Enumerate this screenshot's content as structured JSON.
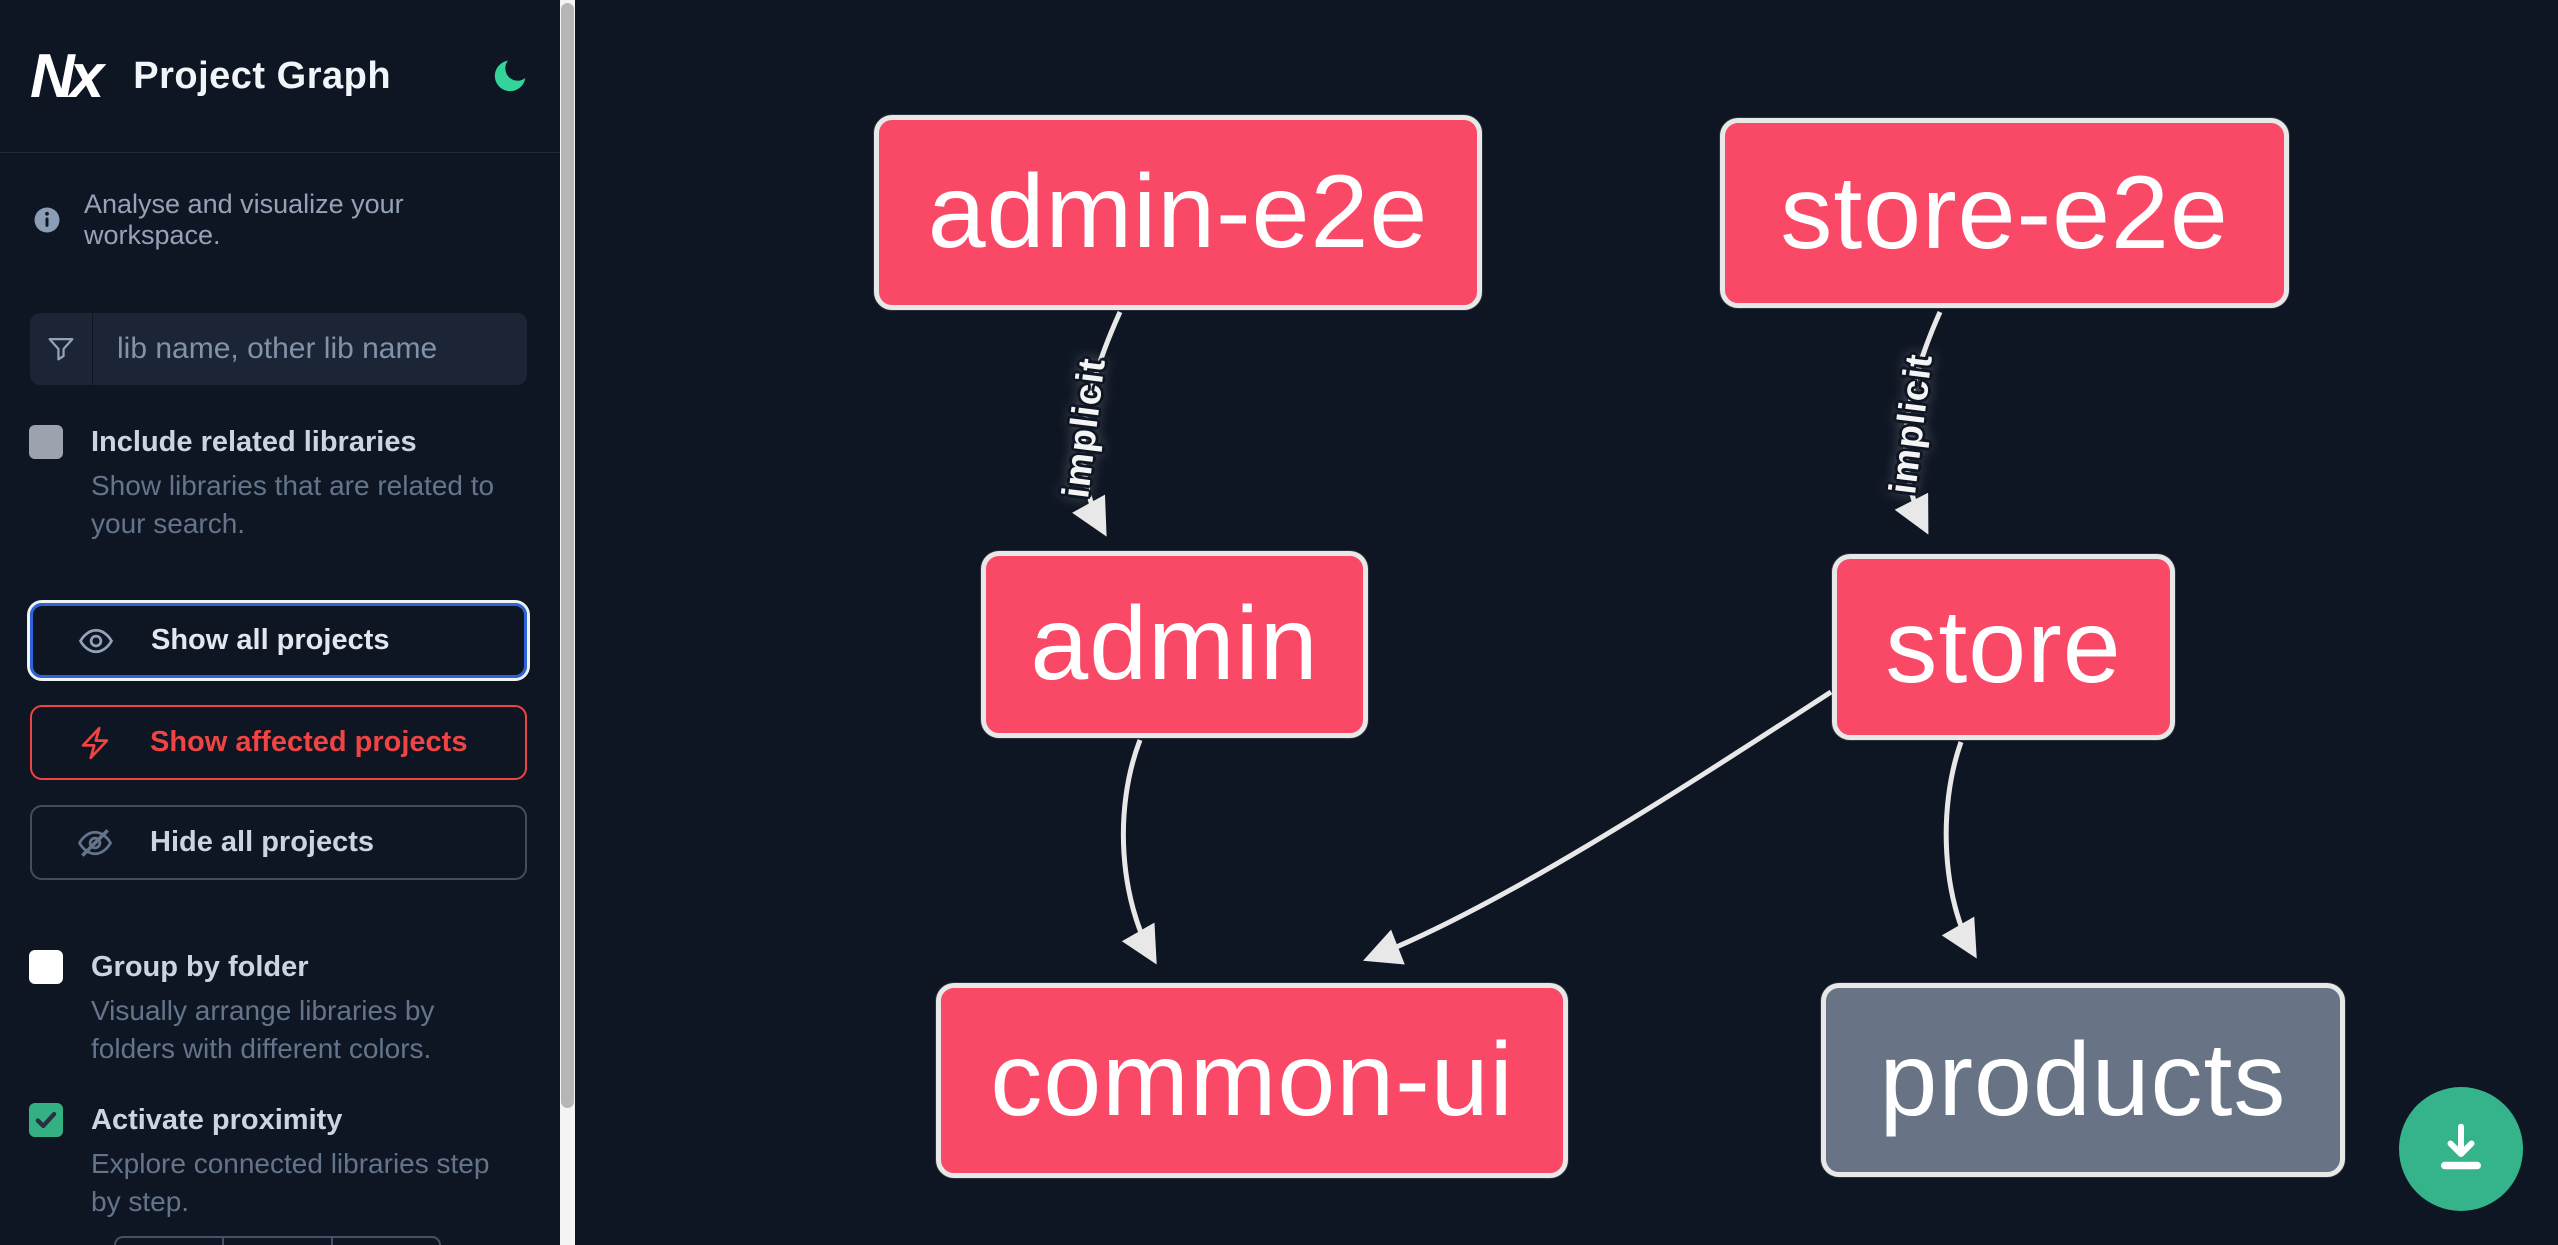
{
  "app": {
    "logo_text": "Nx",
    "title": "Project Graph",
    "theme_icon": "moon",
    "colors": {
      "background": "#0f1623",
      "node_affected": "#fa4967",
      "node_default": "#687485",
      "edge": "#e8e8e8",
      "focus_blue": "#2e63d9",
      "affected_red": "#ef4444",
      "moon_green": "#34d399",
      "fab_green": "#35b38b"
    }
  },
  "sidebar": {
    "tagline": "Analyse and visualize your workspace.",
    "search": {
      "placeholder": "lib name, other lib name",
      "value": "",
      "icon": "funnel-icon"
    },
    "toggles": [
      {
        "label": "Include related libraries",
        "description": "Show libraries that are related to your search.",
        "checked": false,
        "checkbox_style": "gray"
      },
      {
        "label": "Group by folder",
        "description": "Visually arrange libraries by folders with different colors.",
        "checked": false,
        "checkbox_style": "white"
      },
      {
        "label": "Activate proximity",
        "description": "Explore connected libraries step by step.",
        "checked": true,
        "checkbox_style": "green"
      }
    ],
    "buttons": [
      {
        "label": "Show all projects",
        "icon": "eye-icon",
        "state": "focused"
      },
      {
        "label": "Show affected projects",
        "icon": "bolt-icon",
        "state": "affected"
      },
      {
        "label": "Hide all projects",
        "icon": "eye-off-icon",
        "state": "default"
      }
    ]
  },
  "graph": {
    "nodes": [
      {
        "id": "admin-e2e",
        "label": "admin-e2e",
        "color": "pink"
      },
      {
        "id": "store-e2e",
        "label": "store-e2e",
        "color": "pink"
      },
      {
        "id": "admin",
        "label": "admin",
        "color": "pink"
      },
      {
        "id": "store",
        "label": "store",
        "color": "pink"
      },
      {
        "id": "common-ui",
        "label": "common-ui",
        "color": "pink"
      },
      {
        "id": "products",
        "label": "products",
        "color": "gray"
      }
    ],
    "edges": [
      {
        "source": "admin-e2e",
        "target": "admin",
        "label": "implicit"
      },
      {
        "source": "store-e2e",
        "target": "store",
        "label": "implicit"
      },
      {
        "source": "admin",
        "target": "common-ui",
        "label": ""
      },
      {
        "source": "store",
        "target": "common-ui",
        "label": ""
      },
      {
        "source": "store",
        "target": "products",
        "label": ""
      }
    ]
  },
  "fab": {
    "icon": "download-icon"
  }
}
